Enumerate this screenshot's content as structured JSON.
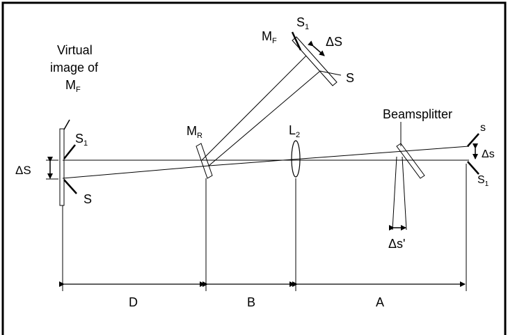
{
  "labels": {
    "virtual_1": "Virtual",
    "virtual_2": "image of",
    "virtual_mf": "M",
    "virtual_mf_sub": "F",
    "left_s1": "S",
    "left_s1_sub": "1",
    "left_ds": "ΔS",
    "left_s": "S",
    "mr": "M",
    "mr_sub": "R",
    "mf": "M",
    "mf_sub": "F",
    "top_s1": "S",
    "top_s1_sub": "1",
    "top_ds": "ΔS",
    "top_s": "S",
    "l2": "L",
    "l2_sub": "2",
    "beamsplitter": "Beamsplitter",
    "right_s": "s",
    "right_ds": "Δs",
    "right_s1": "S",
    "right_s1_sub": "1",
    "ds_prime": "Δs'",
    "dim_d": "D",
    "dim_b": "B",
    "dim_a": "A"
  },
  "colors": {
    "line": "#000000",
    "background": "#ffffff"
  }
}
